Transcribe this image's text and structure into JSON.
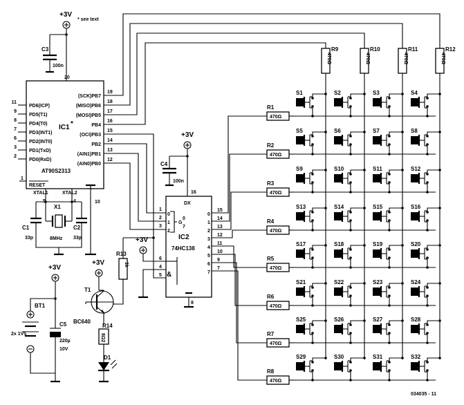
{
  "figure_id": "034035 - 11",
  "note": "* see text",
  "supply": "+3V",
  "ic1": {
    "name": "IC1",
    "star": "*",
    "part": "AT90S2313",
    "vcc_pin": "20",
    "gnd_pin": "10",
    "reset_pin": "1",
    "reset_label": "RESET",
    "xtal1_label": "XTAL1",
    "xtal2_label": "XTAL2",
    "xtal1_pin": "5",
    "xtal2_pin": "4",
    "left_pins": [
      {
        "pin": "11",
        "label": "PD6(ICP)"
      },
      {
        "pin": "9",
        "label": "PD5(T1)"
      },
      {
        "pin": "8",
        "label": "PD4(T0)"
      },
      {
        "pin": "7",
        "label": "PD3(INT1)"
      },
      {
        "pin": "6",
        "label": "PD2(INT0)"
      },
      {
        "pin": "3",
        "label": "PD1(TxD)"
      },
      {
        "pin": "2",
        "label": "PD0(RxD)"
      }
    ],
    "right_pins": [
      {
        "pin": "19",
        "label": "(SCK)PB7"
      },
      {
        "pin": "18",
        "label": "(MISO)PB6"
      },
      {
        "pin": "17",
        "label": "(MOSI)PB5"
      },
      {
        "pin": "16",
        "label": "PB4"
      },
      {
        "pin": "15",
        "label": "(OCI)PB3"
      },
      {
        "pin": "14",
        "label": "PB2"
      },
      {
        "pin": "13",
        "label": "(AIN1)PB1"
      },
      {
        "pin": "12",
        "label": "(AIN0)PB0"
      }
    ]
  },
  "ic2": {
    "name": "IC2",
    "part": "74HC138",
    "dx": "DX",
    "vcc_pin": "16",
    "gnd_pin": "8",
    "g_label": "G",
    "g0": "0",
    "g7": "7",
    "amp": "&",
    "in_pins": [
      {
        "pin": "1",
        "label": "0"
      },
      {
        "pin": "2",
        "label": "1"
      },
      {
        "pin": "3",
        "label": "2"
      }
    ],
    "en_pins": [
      "6",
      "4",
      "5"
    ],
    "out_pins": [
      {
        "pin": "15",
        "label": "0"
      },
      {
        "pin": "14",
        "label": "1"
      },
      {
        "pin": "13",
        "label": "2"
      },
      {
        "pin": "12",
        "label": "3"
      },
      {
        "pin": "11",
        "label": "4"
      },
      {
        "pin": "10",
        "label": "5"
      },
      {
        "pin": "9",
        "label": "6"
      },
      {
        "pin": "7",
        "label": "7"
      }
    ]
  },
  "caps": {
    "c3": {
      "name": "C3",
      "value": "100n"
    },
    "c4": {
      "name": "C4",
      "value": "100n"
    },
    "c1": {
      "name": "C1",
      "value": "33p"
    },
    "c2": {
      "name": "C2",
      "value": "33p"
    },
    "c5": {
      "name": "C5",
      "value": "220µ",
      "voltage": "10V"
    }
  },
  "crystal": {
    "name": "X1",
    "value": "8MHz"
  },
  "battery": {
    "name": "BT1",
    "value": "2x 1V5"
  },
  "transistor": {
    "name": "T1",
    "part": "BC640"
  },
  "r13": {
    "name": "R13",
    "value": "1k"
  },
  "r14": {
    "name": "R14",
    "value": "8Ω2"
  },
  "led": {
    "name": "D1"
  },
  "row_resistors": [
    {
      "name": "R1",
      "value": "470Ω"
    },
    {
      "name": "R2",
      "value": "470Ω"
    },
    {
      "name": "R3",
      "value": "470Ω"
    },
    {
      "name": "R4",
      "value": "470Ω"
    },
    {
      "name": "R5",
      "value": "470Ω"
    },
    {
      "name": "R6",
      "value": "470Ω"
    },
    {
      "name": "R7",
      "value": "470Ω"
    },
    {
      "name": "R8",
      "value": "470Ω"
    }
  ],
  "col_resistors": [
    {
      "name": "R9",
      "value": "470Ω"
    },
    {
      "name": "R10",
      "value": "470Ω"
    },
    {
      "name": "R11",
      "value": "470Ω"
    },
    {
      "name": "R12",
      "value": "470Ω"
    }
  ],
  "switches": [
    "S1",
    "S2",
    "S3",
    "S4",
    "S5",
    "S6",
    "S7",
    "S8",
    "S9",
    "S10",
    "S11",
    "S12",
    "S13",
    "S14",
    "S15",
    "S16",
    "S17",
    "S18",
    "S19",
    "S20",
    "S21",
    "S22",
    "S23",
    "S24",
    "S25",
    "S26",
    "S27",
    "S28",
    "S29",
    "S30",
    "S31",
    "S32"
  ]
}
